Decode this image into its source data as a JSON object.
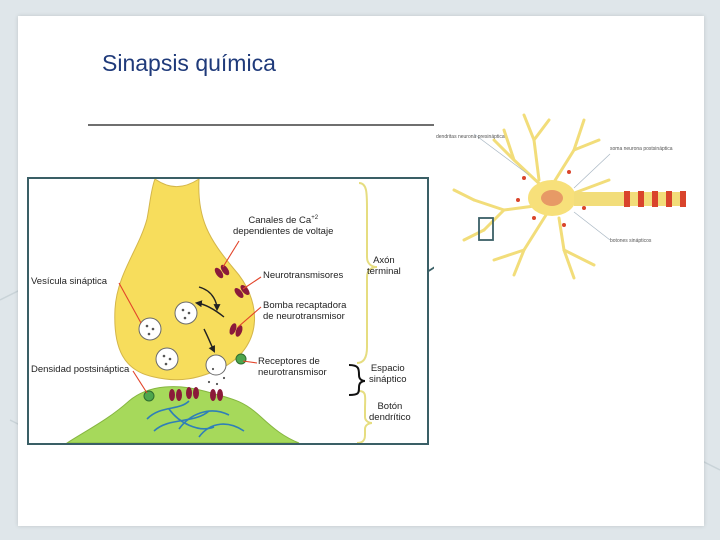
{
  "slide": {
    "title": "Sinapsis química",
    "colors": {
      "title": "#1f3a7a",
      "terminal_fill": "#f7dd5c",
      "dendrite_fill": "#a6d95b",
      "receptor": "#8b1a3a",
      "frame_border": "#3a5f66",
      "bracket": "#e6dd80"
    }
  },
  "diagram": {
    "labels": {
      "channels_line1": "Canales de Ca",
      "channels_sup": "+2",
      "channels_line2": "dependientes de voltaje",
      "neurotransmitters": "Neurotransmisores",
      "pump_line1": "Bomba recaptadora",
      "pump_line2": "de neurotransmisor",
      "receptors_line1": "Receptores de",
      "receptors_line2": "neurotransmisor",
      "vesicle": "Vesícula sináptica",
      "density": "Densidad postsináptica",
      "axon_line1": "Axón",
      "axon_line2": "terminal",
      "cleft_line1": "Espacio",
      "cleft_line2": "sináptico",
      "button_line1": "Botón",
      "button_line2": "dendrítico"
    }
  },
  "inset": {
    "tiny_labels": {
      "dendrites": "dendritas neurona presináptica",
      "postsynaptic": "soma neurona postsináptica",
      "buttons": "botones sinápticos"
    }
  }
}
